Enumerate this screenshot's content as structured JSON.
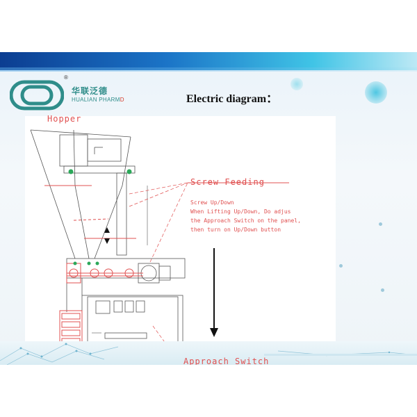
{
  "brand": {
    "registered_mark": "®",
    "chinese_name": "华联泛德",
    "english_name": "HUALIAN PHARM",
    "english_name_suffix": "D",
    "logo_color": "#2f8d8a",
    "accent_color": "#d23a2a"
  },
  "title": "Electric diagram：",
  "diagram": {
    "labels": {
      "hopper": "Hopper",
      "screw_feeding": "Screw Feeding",
      "approach_switch": "Approach Switch"
    },
    "instructions": [
      "Screw Up/Down",
      "When Lifting Up/Down, Do adjus",
      "the Approach Switch on the panel,",
      "then turn on Up/Down button"
    ],
    "line_color": "#555555",
    "annotation_color": "#e05050"
  }
}
